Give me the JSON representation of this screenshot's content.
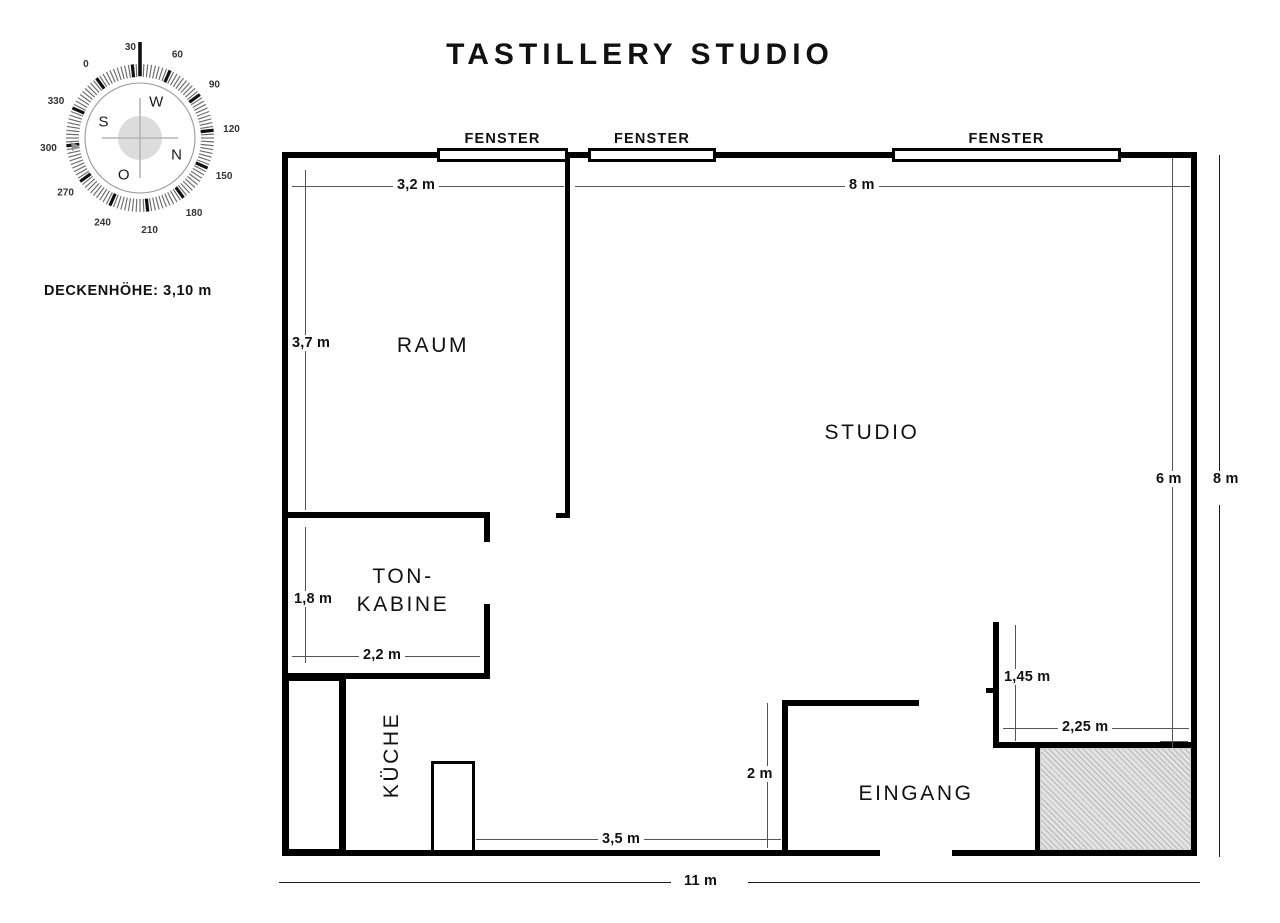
{
  "title": "TASTILLERY STUDIO",
  "ceiling_height_note": "DECKENHÖHE: 3,10 m",
  "compass": {
    "name": "compass-rose",
    "degrees": [
      "0",
      "30",
      "60",
      "90",
      "120",
      "150",
      "180",
      "210",
      "240",
      "270",
      "300",
      "330"
    ],
    "cardinals": [
      "N",
      "O",
      "S",
      "W"
    ],
    "needle_color": "#111111",
    "hub_color": "#dcdcdc"
  },
  "windows": [
    {
      "label": "FENSTER"
    },
    {
      "label": "FENSTER"
    },
    {
      "label": "FENSTER"
    }
  ],
  "rooms": [
    {
      "name": "raum",
      "label": "RAUM"
    },
    {
      "name": "studio",
      "label": "STUDIO"
    },
    {
      "name": "ton-kabine",
      "label": "TON-\nKABINE",
      "line1": "TON-",
      "line2": "KABINE"
    },
    {
      "name": "kueche",
      "label": "KÜCHE"
    },
    {
      "name": "eingang",
      "label": "EINGANG"
    }
  ],
  "dimensions": {
    "raum_width": "3,2 m",
    "raum_height": "3,7 m",
    "studio_width": "8 m",
    "studio_height": "6 m",
    "tonkabine_height": "1,8 m",
    "tonkabine_width": "2,2 m",
    "eingang_height": "2 m",
    "eingang_width": "3,5 m",
    "patio_height": "1,45 m",
    "patio_width": "2,25 m",
    "total_height": "8 m",
    "total_width": "11 m"
  },
  "colors": {
    "wall": "#000000",
    "dimension": "#555555",
    "hatch_fill": "#e2e2e2",
    "text": "#111111",
    "background": "#ffffff"
  }
}
